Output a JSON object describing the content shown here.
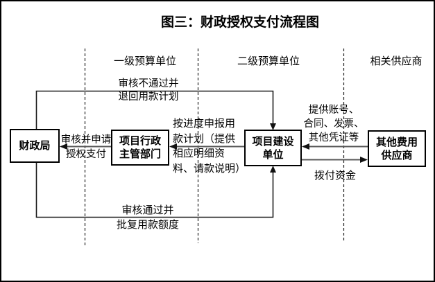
{
  "title": "图三：财政授权支付流程图",
  "columns": [
    {
      "label": "一级预算单位"
    },
    {
      "label": "二级预算单位"
    },
    {
      "label": "相关供应商"
    }
  ],
  "nodes": {
    "finance_bureau": {
      "label": "财政局"
    },
    "admin_dept": {
      "label": "项目行政\n主管部门"
    },
    "construction_unit": {
      "label": "项目建设\n单位"
    },
    "supplier": {
      "label": "其他费用\n供应商"
    }
  },
  "edges": {
    "reject_return": {
      "label": "审核不通过并\n退回用款计划"
    },
    "review_apply": {
      "label": "审核并申请\n授权支付"
    },
    "report_plan": {
      "label": "按进度申报用\n款计划（提供\n相应明细资\n料、请款说明）"
    },
    "provide_docs": {
      "label": "提供账号、\n合同、发票、\n其他凭证等"
    },
    "allocate_funds": {
      "label": "拨付资金"
    },
    "approve_quota": {
      "label": "审核通过并\n批复用款额度"
    }
  },
  "colors": {
    "background": "#ffffff",
    "ink": "#000000",
    "arrow_shaft": "#595959"
  }
}
